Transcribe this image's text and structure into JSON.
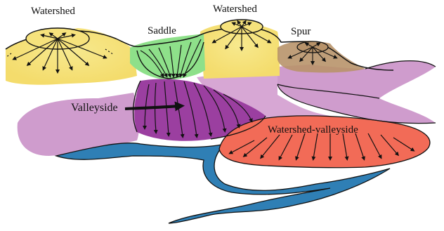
{
  "labels": {
    "watershed_left": "Watershed",
    "watershed_right": "Watershed",
    "saddle": "Saddle",
    "spur": "Spur",
    "valleyside": "Valleyside",
    "watershed_valleyside": "Watershed-valleyside"
  },
  "colors": {
    "watershed": "#f5e27a",
    "saddle": "#8ee08a",
    "spur": "#b8936a",
    "valleyside": "#9b3fa0",
    "lowland": "#cf9ccd",
    "watershed_valleyside": "#f26b57",
    "river": "#2f7fb5",
    "outline": "#111111"
  },
  "icons": {
    "flow_arrow": "arrow-down-icon",
    "pointer_arrow": "arrow-right-icon"
  }
}
